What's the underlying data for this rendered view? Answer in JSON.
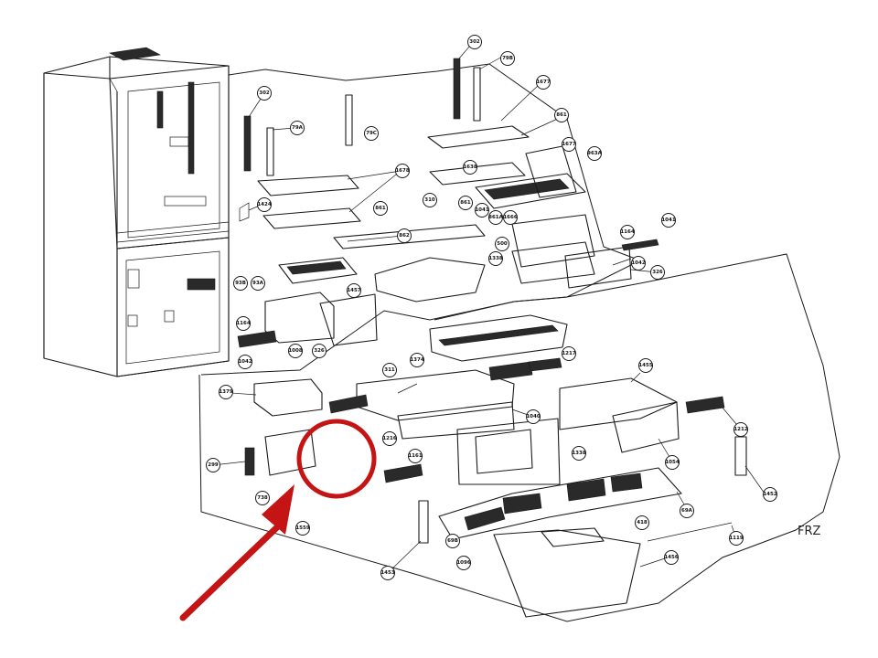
{
  "diagram": {
    "zone_label": "FRZ",
    "colors": {
      "highlight": "#c41414",
      "line": "#1a1a1a"
    },
    "callouts": [
      {
        "id": "c302a",
        "label": "302"
      },
      {
        "id": "c79b",
        "label": "79B"
      },
      {
        "id": "c1677a",
        "label": "1677"
      },
      {
        "id": "c302b",
        "label": "302"
      },
      {
        "id": "c79a",
        "label": "79A"
      },
      {
        "id": "c79c",
        "label": "79C"
      },
      {
        "id": "c861a",
        "label": "861"
      },
      {
        "id": "c1677b",
        "label": "1677"
      },
      {
        "id": "c963a",
        "label": "963A"
      },
      {
        "id": "c1678",
        "label": "1678"
      },
      {
        "id": "c1638",
        "label": "1638"
      },
      {
        "id": "c861b",
        "label": "861"
      },
      {
        "id": "c1424",
        "label": "1424"
      },
      {
        "id": "c310",
        "label": "310"
      },
      {
        "id": "c862",
        "label": "862"
      },
      {
        "id": "c861c",
        "label": "861"
      },
      {
        "id": "c1041a",
        "label": "1041"
      },
      {
        "id": "c861d",
        "label": "861A"
      },
      {
        "id": "c1666",
        "label": "1666"
      },
      {
        "id": "c1164a",
        "label": "1164"
      },
      {
        "id": "c1041b",
        "label": "1041"
      },
      {
        "id": "c500",
        "label": "500"
      },
      {
        "id": "c1338",
        "label": "1338"
      },
      {
        "id": "c1042a",
        "label": "1042"
      },
      {
        "id": "c326a",
        "label": "326"
      },
      {
        "id": "c93b",
        "label": "93B"
      },
      {
        "id": "c93a",
        "label": "93A"
      },
      {
        "id": "c1457",
        "label": "1457"
      },
      {
        "id": "c1164b",
        "label": "1164"
      },
      {
        "id": "c1008",
        "label": "1008"
      },
      {
        "id": "c326b",
        "label": "326"
      },
      {
        "id": "c1042b",
        "label": "1042"
      },
      {
        "id": "c1374",
        "label": "1374"
      },
      {
        "id": "c1217",
        "label": "1217"
      },
      {
        "id": "c311",
        "label": "311"
      },
      {
        "id": "c1455",
        "label": "1455"
      },
      {
        "id": "c1379",
        "label": "1379"
      },
      {
        "id": "c1040",
        "label": "1040"
      },
      {
        "id": "c1216",
        "label": "1216"
      },
      {
        "id": "c1212",
        "label": "1212"
      },
      {
        "id": "c1161",
        "label": "1161"
      },
      {
        "id": "c1338b",
        "label": "1338"
      },
      {
        "id": "c1054",
        "label": "1054"
      },
      {
        "id": "c299",
        "label": "299"
      },
      {
        "id": "c738",
        "label": "738"
      },
      {
        "id": "c1452",
        "label": "1452"
      },
      {
        "id": "c69a",
        "label": "69A"
      },
      {
        "id": "c1559",
        "label": "1559"
      },
      {
        "id": "c69b",
        "label": "69B"
      },
      {
        "id": "c1096",
        "label": "1096"
      },
      {
        "id": "c418",
        "label": "418"
      },
      {
        "id": "c1119",
        "label": "1119"
      },
      {
        "id": "c1453",
        "label": "1453"
      },
      {
        "id": "c1456",
        "label": "1456"
      }
    ]
  }
}
